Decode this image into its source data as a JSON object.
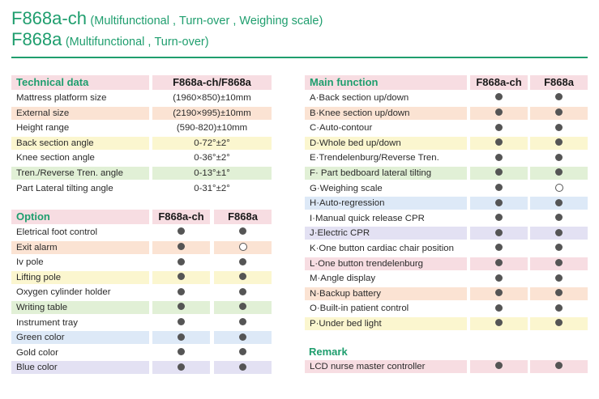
{
  "header": {
    "line1_model": "F868a-ch",
    "line1_desc": "(Multifunctional , Turn-over , Weighing scale)",
    "line2_model": "F868a",
    "line2_desc": "(Multifunctional , Turn-over)"
  },
  "colors": {
    "green": "#1f9e6e",
    "pink": "#f7dde2",
    "peach": "#fbe3d3",
    "yellow": "#fbf6cf",
    "greenlight": "#e1f0d6",
    "blue": "#dde9f7",
    "lavender": "#e3e1f3",
    "dot": "#555555"
  },
  "technical": {
    "title": "Technical data",
    "col": "F868a-ch/F868a",
    "rows": [
      {
        "label": "Mattress platform size",
        "value": "(1960×850)±10mm",
        "color": "#ffffff"
      },
      {
        "label": "External size",
        "value": "(2190×995)±10mm",
        "color": "#fbe3d3"
      },
      {
        "label": "Height range",
        "value": "(590-820)±10mm",
        "color": "#ffffff"
      },
      {
        "label": "Back section angle",
        "value": "0-72°±2°",
        "color": "#fbf6cf"
      },
      {
        "label": "Knee section angle",
        "value": "0-36°±2°",
        "color": "#ffffff"
      },
      {
        "label": "Tren./Reverse Tren. angle",
        "value": "0-13°±1°",
        "color": "#e1f0d6"
      },
      {
        "label": "Part Lateral tilting angle",
        "value": "0-31°±2°",
        "color": "#ffffff"
      }
    ]
  },
  "option": {
    "title": "Option",
    "col1": "F868a-ch",
    "col2": "F868a",
    "rows": [
      {
        "label": "Eletrical foot control",
        "c1": "filled",
        "c2": "filled",
        "color": "#ffffff"
      },
      {
        "label": "Exit alarm",
        "c1": "filled",
        "c2": "hollow",
        "color": "#fbe3d3"
      },
      {
        "label": "Iv pole",
        "c1": "filled",
        "c2": "filled",
        "color": "#ffffff"
      },
      {
        "label": "Lifting pole",
        "c1": "filled",
        "c2": "filled",
        "color": "#fbf6cf"
      },
      {
        "label": "Oxygen cylinder holder",
        "c1": "filled",
        "c2": "filled",
        "color": "#ffffff"
      },
      {
        "label": "Writing table",
        "c1": "filled",
        "c2": "filled",
        "color": "#e1f0d6"
      },
      {
        "label": "Instrument tray",
        "c1": "filled",
        "c2": "filled",
        "color": "#ffffff"
      },
      {
        "label": "Green color",
        "c1": "filled",
        "c2": "filled",
        "color": "#dde9f7"
      },
      {
        "label": "Gold color",
        "c1": "filled",
        "c2": "filled",
        "color": "#ffffff"
      },
      {
        "label": "Blue color",
        "c1": "filled",
        "c2": "filled",
        "color": "#e3e1f3"
      }
    ]
  },
  "main_function": {
    "title": "Main function",
    "col1": "F868a-ch",
    "col2": "F868a",
    "rows": [
      {
        "label": "A·Back section up/down",
        "c1": "filled",
        "c2": "filled",
        "color": "#ffffff"
      },
      {
        "label": "B·Knee section up/down",
        "c1": "filled",
        "c2": "filled",
        "color": "#fbe3d3"
      },
      {
        "label": "C·Auto-contour",
        "c1": "filled",
        "c2": "filled",
        "color": "#ffffff"
      },
      {
        "label": "D·Whole bed up/down",
        "c1": "filled",
        "c2": "filled",
        "color": "#fbf6cf"
      },
      {
        "label": "E·Trendelenburg/Reverse Tren.",
        "c1": "filled",
        "c2": "filled",
        "color": "#ffffff"
      },
      {
        "label": "F· Part bedboard lateral tilting",
        "c1": "filled",
        "c2": "filled",
        "color": "#e1f0d6"
      },
      {
        "label": "G·Weighing scale",
        "c1": "filled",
        "c2": "hollow",
        "color": "#ffffff"
      },
      {
        "label": "H·Auto-regression",
        "c1": "filled",
        "c2": "filled",
        "color": "#dde9f7"
      },
      {
        "label": "I·Manual quick release CPR",
        "c1": "filled",
        "c2": "filled",
        "color": "#ffffff"
      },
      {
        "label": "J·Electric CPR",
        "c1": "filled",
        "c2": "filled",
        "color": "#e3e1f3"
      },
      {
        "label": "K·One button cardiac chair position",
        "c1": "filled",
        "c2": "filled",
        "color": "#ffffff"
      },
      {
        "label": "L·One button trendelenburg",
        "c1": "filled",
        "c2": "filled",
        "color": "#f7dde2"
      },
      {
        "label": "M·Angle display",
        "c1": "filled",
        "c2": "filled",
        "color": "#ffffff"
      },
      {
        "label": "N·Backup battery",
        "c1": "filled",
        "c2": "filled",
        "color": "#fbe3d3"
      },
      {
        "label": "O·Built-in patient control",
        "c1": "filled",
        "c2": "filled",
        "color": "#ffffff"
      },
      {
        "label": "P·Under bed light",
        "c1": "filled",
        "c2": "filled",
        "color": "#fbf6cf"
      }
    ]
  },
  "remark": {
    "title": "Remark",
    "rows": [
      {
        "label": "LCD nurse master controller",
        "c1": "filled",
        "c2": "filled",
        "color": "#f7dde2"
      }
    ]
  }
}
